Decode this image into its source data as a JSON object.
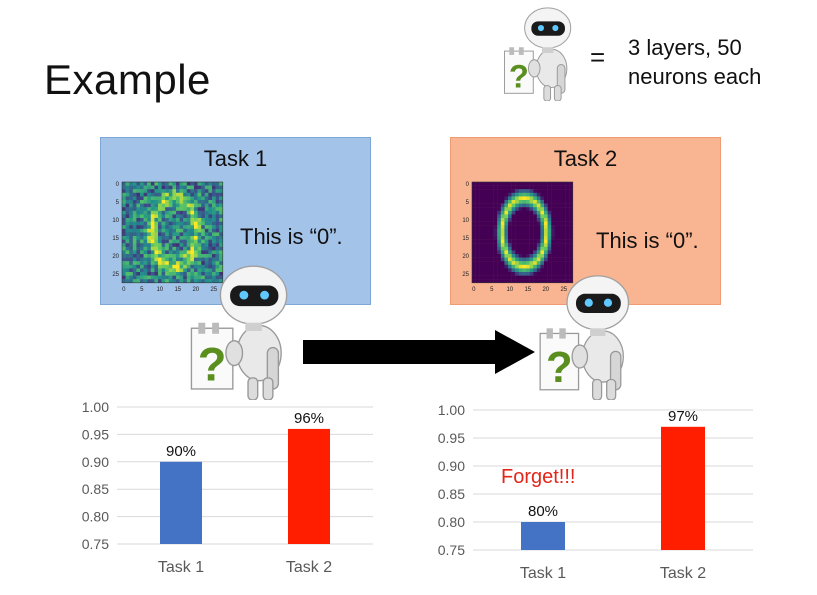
{
  "slide": {
    "title": "Example",
    "legend_equals": "=",
    "legend_text": "3 layers, 50\nneurons each"
  },
  "tasks": [
    {
      "title": "Task 1",
      "caption": "This is “0”.",
      "y_ticks": [
        "0",
        "5",
        "10",
        "15",
        "20",
        "25"
      ],
      "x_ticks": [
        "0",
        "5",
        "10",
        "15",
        "20",
        "25"
      ]
    },
    {
      "title": "Task 2",
      "caption": "This is “0”.",
      "y_ticks": [
        "0",
        "5",
        "10",
        "15",
        "20",
        "25"
      ],
      "x_ticks": [
        "0",
        "5",
        "10",
        "15",
        "20",
        "25"
      ]
    }
  ],
  "icons": {
    "robot": "robot-icon",
    "question": "question-mark-icon",
    "arrow": "right-arrow-icon"
  },
  "colors": {
    "task1_bg": "#a4c3e9",
    "task2_bg": "#f9b491",
    "bar_blue": "#4472c4",
    "bar_red": "#ff1e00",
    "note_red": "#e3261a"
  },
  "note": "Forget!!!",
  "chart_data": [
    {
      "type": "bar",
      "categories": [
        "Task 1",
        "Task 2"
      ],
      "values": [
        0.9,
        0.96
      ],
      "data_labels": [
        "90%",
        "96%"
      ],
      "colors": [
        "#4472c4",
        "#ff1e00"
      ],
      "ylim": [
        0.75,
        1.0
      ],
      "y_ticks": [
        "0.75",
        "0.80",
        "0.85",
        "0.90",
        "0.95",
        "1.00"
      ],
      "grid": true
    },
    {
      "type": "bar",
      "categories": [
        "Task 1",
        "Task 2"
      ],
      "values": [
        0.8,
        0.97
      ],
      "data_labels": [
        "80%",
        "97%"
      ],
      "colors": [
        "#4472c4",
        "#ff1e00"
      ],
      "ylim": [
        0.75,
        1.0
      ],
      "y_ticks": [
        "0.75",
        "0.80",
        "0.85",
        "0.90",
        "0.95",
        "1.00"
      ],
      "grid": true
    }
  ]
}
